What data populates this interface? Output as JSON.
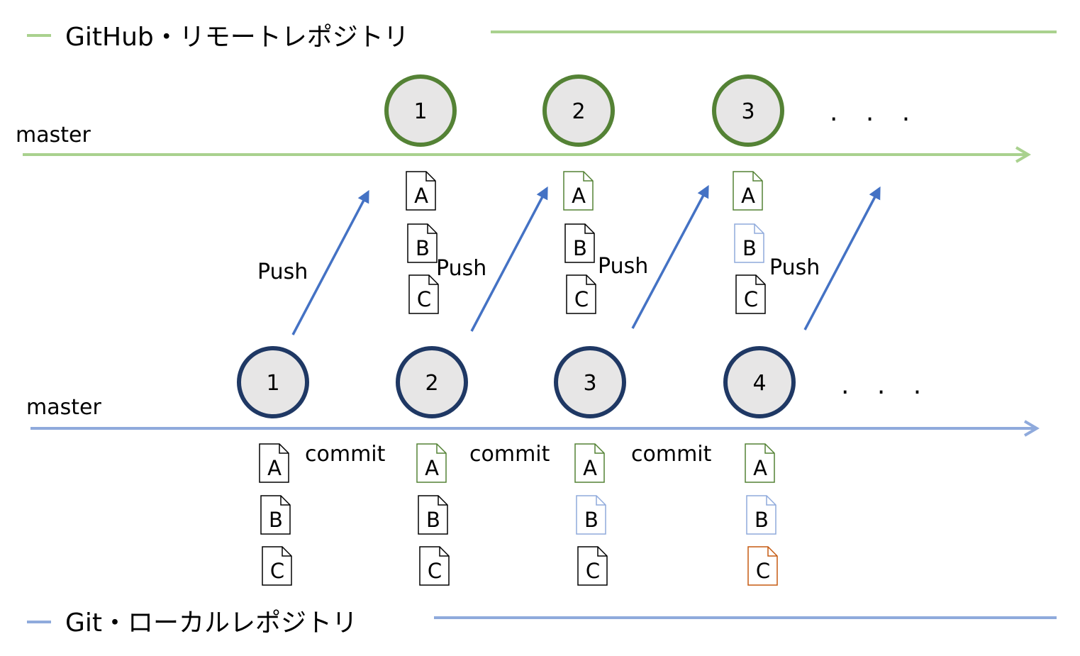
{
  "remote": {
    "title": "GitHub・リモートレポジトリ",
    "line_color": "#a9d18e",
    "branch": "master",
    "circle_stroke": "#548235",
    "commits": [
      {
        "num": "1",
        "files": [
          {
            "name": "A",
            "color": "#000000"
          },
          {
            "name": "B",
            "color": "#000000"
          },
          {
            "name": "C",
            "color": "#000000"
          }
        ]
      },
      {
        "num": "2",
        "files": [
          {
            "name": "A",
            "color": "#548235"
          },
          {
            "name": "B",
            "color": "#000000"
          },
          {
            "name": "C",
            "color": "#000000"
          }
        ]
      },
      {
        "num": "3",
        "files": [
          {
            "name": "A",
            "color": "#548235"
          },
          {
            "name": "B",
            "color": "#8faadc"
          },
          {
            "name": "C",
            "color": "#000000"
          }
        ]
      }
    ],
    "ellipsis": ". . ."
  },
  "local": {
    "title": "Git・ローカルレポジトリ",
    "line_color": "#8faadc",
    "branch": "master",
    "circle_stroke": "#1f3864",
    "commits": [
      {
        "num": "1",
        "files": [
          {
            "name": "A",
            "color": "#000000"
          },
          {
            "name": "B",
            "color": "#000000"
          },
          {
            "name": "C",
            "color": "#000000"
          }
        ]
      },
      {
        "num": "2",
        "files": [
          {
            "name": "A",
            "color": "#548235"
          },
          {
            "name": "B",
            "color": "#000000"
          },
          {
            "name": "C",
            "color": "#000000"
          }
        ]
      },
      {
        "num": "3",
        "files": [
          {
            "name": "A",
            "color": "#548235"
          },
          {
            "name": "B",
            "color": "#8faadc"
          },
          {
            "name": "C",
            "color": "#000000"
          }
        ]
      },
      {
        "num": "4",
        "files": [
          {
            "name": "A",
            "color": "#548235"
          },
          {
            "name": "B",
            "color": "#8faadc"
          },
          {
            "name": "C",
            "color": "#c55a11"
          }
        ]
      }
    ],
    "ellipsis": ". . ."
  },
  "actions": {
    "push_label": "Push",
    "push_count": 4,
    "commit_label": "commit",
    "commit_count": 3,
    "arrow_color": "#4472c4"
  },
  "colors": {
    "circle_fill": "#e7e6e6"
  }
}
